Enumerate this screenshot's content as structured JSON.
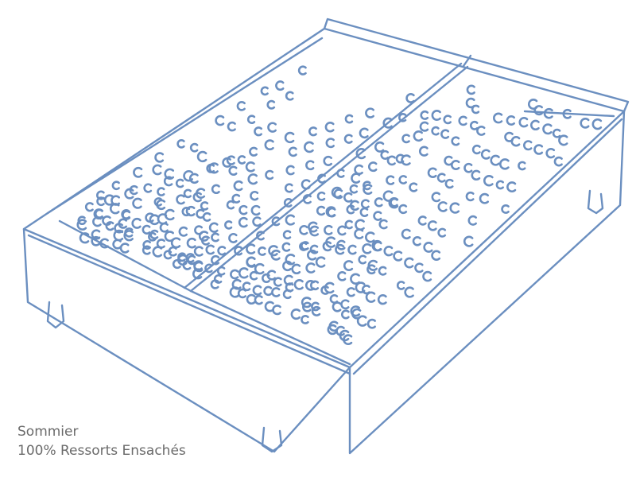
{
  "caption": {
    "line1": "Sommier",
    "line2": "100% Ressorts Ensachés"
  },
  "colors": {
    "ink": "#6b8fc0",
    "caption": "#6b6b6b",
    "background": "#ffffff"
  },
  "illustration": {
    "subject": "bed-base-sketch",
    "panels": 2,
    "feet_visible": 3
  }
}
